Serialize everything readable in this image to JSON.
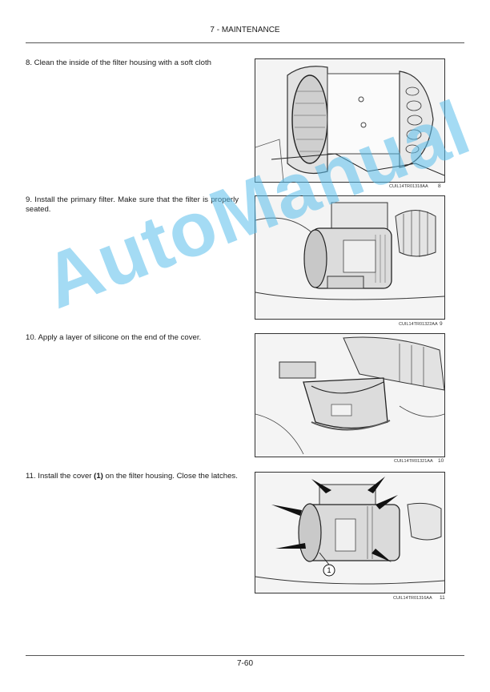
{
  "header": {
    "section": "7 - MAINTENANCE"
  },
  "steps": [
    {
      "text": "8.  Clean the inside of the filter housing with a soft cloth",
      "figure": {
        "code": "CUIL14TR01318AA",
        "number": "8"
      }
    },
    {
      "text": "9.  Install the primary filter.  Make sure that the filter is properly seated.",
      "figure": {
        "code": "CUIL14TR01322AA",
        "number": "9"
      }
    },
    {
      "text": "10.  Apply a layer of silicone on the end of the cover.",
      "figure": {
        "code": "CUIL14TR01321AA",
        "number": "10"
      }
    },
    {
      "text_before": "11.  Install the cover ",
      "text_bold": "(1)",
      "text_after": " on the filter housing.  Close the latches.",
      "figure": {
        "code": "CUIL14TR01316AA",
        "number": "11",
        "callout": "1"
      }
    }
  ],
  "watermark": "AutoManual",
  "footer": {
    "page": "7-60"
  }
}
